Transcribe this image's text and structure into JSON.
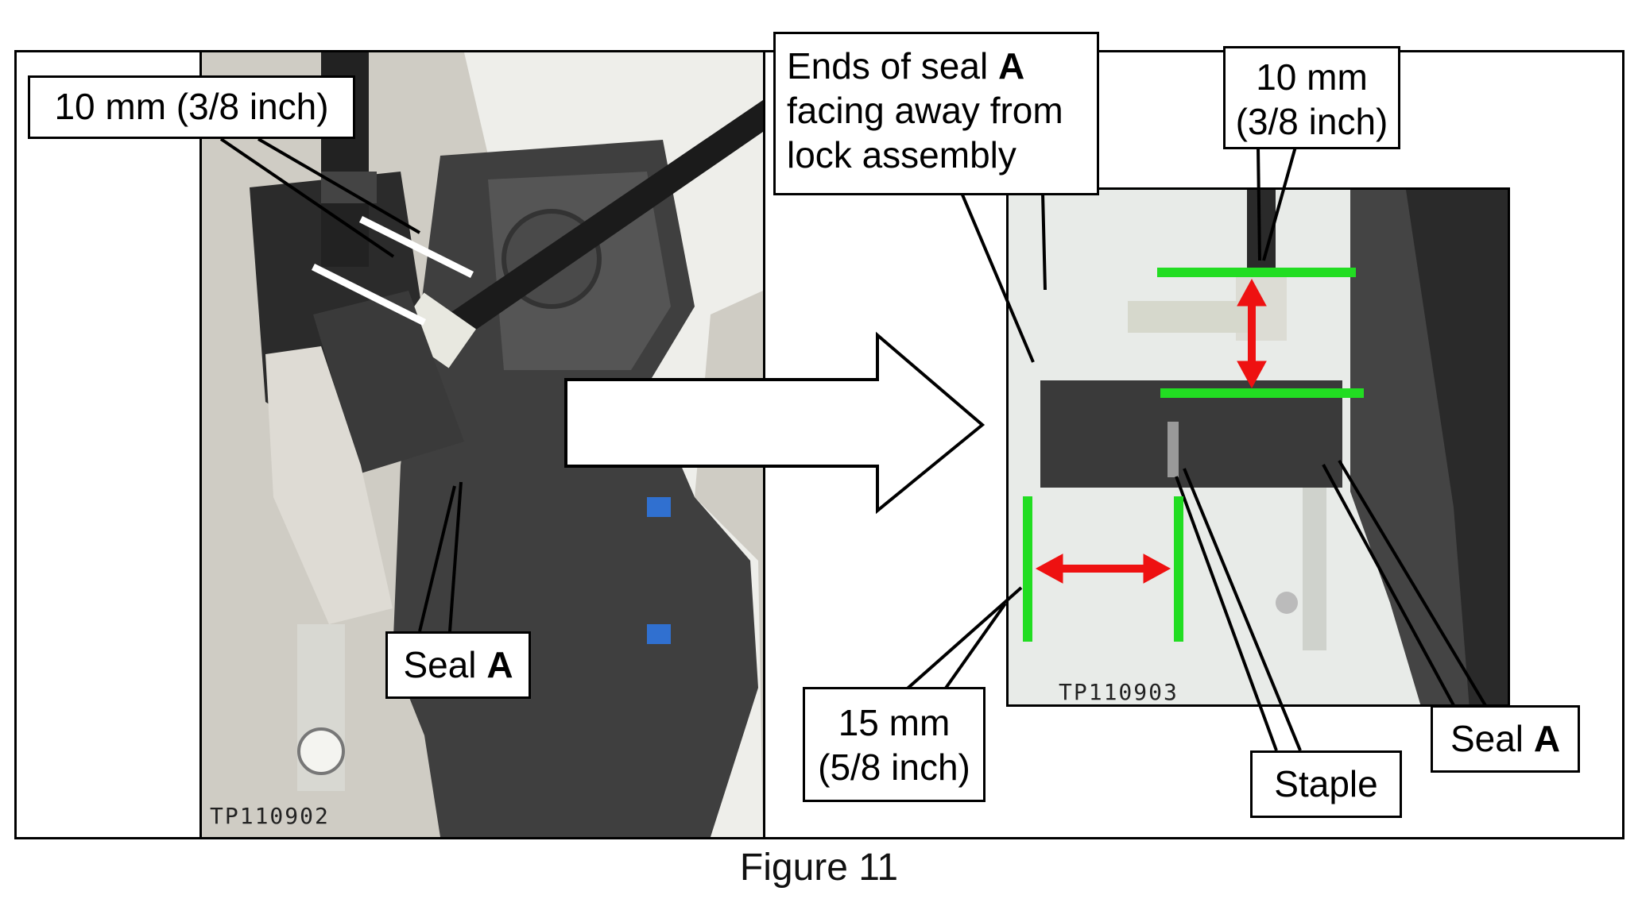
{
  "figure": {
    "caption": "Figure 11"
  },
  "left_photo": {
    "id_label": "TP110902",
    "callout_top": "10 mm (3/8 inch)",
    "callout_seal_prefix": "Seal ",
    "callout_seal_letter": "A"
  },
  "right_photo": {
    "id_label": "TP110903",
    "callout_ends_line1_prefix": "Ends of seal ",
    "callout_ends_letter": "A",
    "callout_ends_line2": "facing away from",
    "callout_ends_line3": "lock assembly",
    "callout_top_line1": "10 mm",
    "callout_top_line2": "(3/8 inch)",
    "callout_bottom_line1": "15 mm",
    "callout_bottom_line2": "(5/8 inch)",
    "callout_staple": "Staple",
    "callout_seal_prefix": "Seal ",
    "callout_seal_letter": "A"
  },
  "colors": {
    "guide_line": "#22dd22",
    "dimension_arrow": "#ee1111",
    "seal_foam": "#3a3a3a"
  }
}
